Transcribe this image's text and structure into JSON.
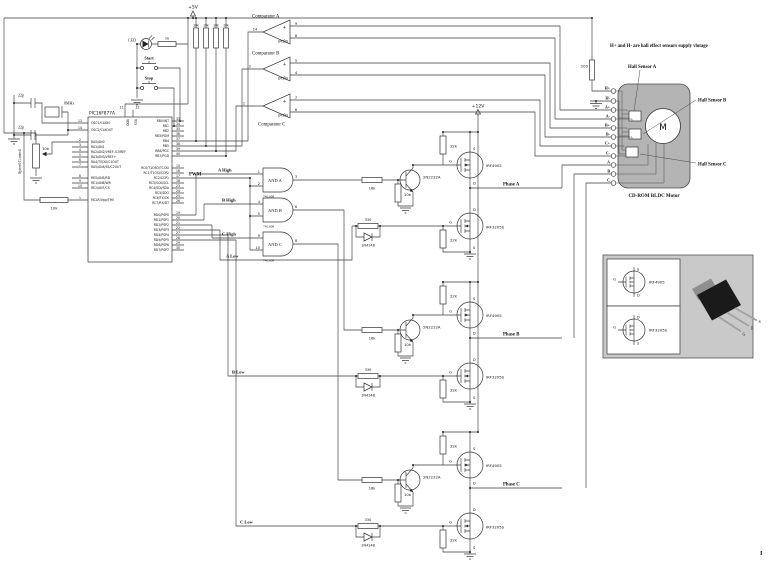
{
  "mcu": {
    "name": "PIC16F877A",
    "pin11": "11",
    "pin12": "12",
    "vdd": "VDD",
    "vss": "VSS",
    "left_pins": [
      {
        "num": "13",
        "name": "OSC1/CLKIN"
      },
      {
        "num": "14",
        "name": "OSC2/CLKOUT"
      },
      {
        "num": "2",
        "name": "RA0/AN0"
      },
      {
        "num": "3",
        "name": "RA1/AN1"
      },
      {
        "num": "4",
        "name": "RA2/AN2/VREF-/CVREF"
      },
      {
        "num": "5",
        "name": "RA3/AN3/VREF+"
      },
      {
        "num": "6",
        "name": "RA4/T0CKI/C1OUT"
      },
      {
        "num": "7",
        "name": "RA5/AN4/SS/C2OUT"
      },
      {
        "num": "8",
        "name": "RE0/AN5/RD"
      },
      {
        "num": "9",
        "name": "RE1/AN6/WR"
      },
      {
        "num": "10",
        "name": "RE2/AN7/CS"
      },
      {
        "num": "1",
        "name": "MCLR/Vpp/THV"
      }
    ],
    "right_pins": [
      {
        "num": "33",
        "name": "RB0/INT"
      },
      {
        "num": "34",
        "name": "RB1"
      },
      {
        "num": "35",
        "name": "RB2"
      },
      {
        "num": "36",
        "name": "RB3/PGM"
      },
      {
        "num": "37",
        "name": "RB4"
      },
      {
        "num": "38",
        "name": "RB5"
      },
      {
        "num": "39",
        "name": "RB6/PGC"
      },
      {
        "num": "40",
        "name": "RB7/PGD"
      },
      {
        "num": "15",
        "name": "RC0/T1OSO/T1CKI"
      },
      {
        "num": "16",
        "name": "RC1/T1OSI/CCP2"
      },
      {
        "num": "17",
        "name": "RC2/CCP1"
      },
      {
        "num": "18",
        "name": "RC3/SCK/SCL"
      },
      {
        "num": "23",
        "name": "RC4/SDI/SDA"
      },
      {
        "num": "24",
        "name": "RC5/SDO"
      },
      {
        "num": "25",
        "name": "RC6/TX/CK"
      },
      {
        "num": "26",
        "name": "RC7/RX/DT"
      },
      {
        "num": "19",
        "name": "RD0/PSP0"
      },
      {
        "num": "20",
        "name": "RD1/PSP1"
      },
      {
        "num": "21",
        "name": "RD2/PSP2"
      },
      {
        "num": "22",
        "name": "RD3/PSP3"
      },
      {
        "num": "27",
        "name": "RD4/PSP4"
      },
      {
        "num": "28",
        "name": "RD5/PSP5"
      },
      {
        "num": "29",
        "name": "RD6/PSP6"
      },
      {
        "num": "30",
        "name": "RD7/PSP7"
      }
    ]
  },
  "power": {
    "v5": "+5V",
    "v12": "+12V"
  },
  "top_left": {
    "led": "LED",
    "r_led": "1k",
    "start": "Start",
    "stop": "Stop",
    "pullups": [
      "10k",
      "10k",
      "10k",
      "10k"
    ]
  },
  "left": {
    "c1": "22p",
    "c2": "22p",
    "xtal": "8MHz",
    "pot_label": "Speed Control",
    "pot_value": "10k",
    "r_mclr": "10k"
  },
  "sym": {
    "plus": "+",
    "minus": "-"
  },
  "comparators": [
    {
      "label": "Comparator A",
      "part": "LM339",
      "pin_out": "14",
      "pin_plus": "9",
      "pin_minus": "8"
    },
    {
      "label": "Comparator B",
      "part": "LM339",
      "pin_out": "2",
      "pin_plus": "5",
      "pin_minus": "4"
    },
    {
      "label": "Comparator C",
      "part": "LM339",
      "pin_out": "1",
      "pin_plus": "7",
      "pin_minus": "6"
    }
  ],
  "gates": [
    {
      "label": "AND A",
      "part": "74LS08",
      "pin_in1": "1",
      "pin_in2": "2",
      "pin_out": "3"
    },
    {
      "label": "AND B",
      "part": "74LS08",
      "pin_in1": "4",
      "pin_in2": "5",
      "pin_out": "6"
    },
    {
      "label": "AND C",
      "part": "74LS08",
      "pin_in1": "9",
      "pin_in2": "10",
      "pin_out": "8"
    }
  ],
  "signals": {
    "pwm": "PWM",
    "a_high": "A High",
    "b_high": "B High",
    "c_high": "C High",
    "a_low": "A Low",
    "b_low": "B Low",
    "c_low": "C Low"
  },
  "bridge": [
    {
      "r_top": "22k",
      "fet_high": "IRF4905",
      "q": "2N2222A",
      "r_base": "16k",
      "r_be": "10k",
      "r_gate": "330",
      "diode": "1N4148",
      "fet_low": "IRF3205S",
      "r_bot": "22k",
      "phase": "Phase A"
    },
    {
      "r_top": "22k",
      "fet_high": "IRF4905",
      "q": "2N2222A",
      "r_base": "16k",
      "r_be": "10k",
      "r_gate": "330",
      "diode": "1N4148",
      "fet_low": "IRF3205S",
      "r_bot": "22k",
      "phase": "Phase B"
    },
    {
      "r_top": "22k",
      "fet_high": "IRF4905",
      "q": "2N2222A",
      "r_base": "16k",
      "r_be": "10k",
      "r_gate": "330",
      "diode": "1N4148",
      "fet_low": "IRF3205S",
      "r_bot": "22k",
      "phase": "Phase C"
    }
  ],
  "fet_pins": {
    "g": "G",
    "d": "D",
    "s": "S"
  },
  "motor": {
    "note": "H+ and H- are hall effect sensors supply vlotage",
    "r_hall": "100",
    "terminals": [
      "H+",
      "H-",
      "A+",
      "A-",
      "B+",
      "B-",
      "C+",
      "C-",
      "A",
      "B",
      "C"
    ],
    "hall_a": "Hall Sensor A",
    "hall_b": "Hall Sensor B",
    "hall_c": "Hall Sensor C",
    "caption": "CD-ROM BLDC Motor",
    "m": "M"
  },
  "legend": {
    "fet_p": "IRF4905",
    "fet_n": "IRF3205S",
    "pin_g": "G",
    "pin_d": "D",
    "pin_s": "S"
  },
  "figure_mark": "I"
}
